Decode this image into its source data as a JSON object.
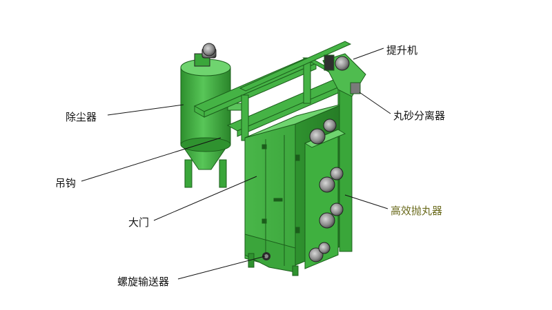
{
  "labels": {
    "elevator": "提升机",
    "dust_collector": "除尘器",
    "separator": "丸砂分离器",
    "hook": "吊钩",
    "blaster": "高效抛丸器",
    "door": "大门",
    "screw_conveyor": "螺旋输送器"
  },
  "colors": {
    "machine_green": "#3fb03f",
    "machine_dark": "#1e6e1e",
    "motor_gray": "#6b6b6b",
    "accent_label": "#6a6a1c"
  }
}
